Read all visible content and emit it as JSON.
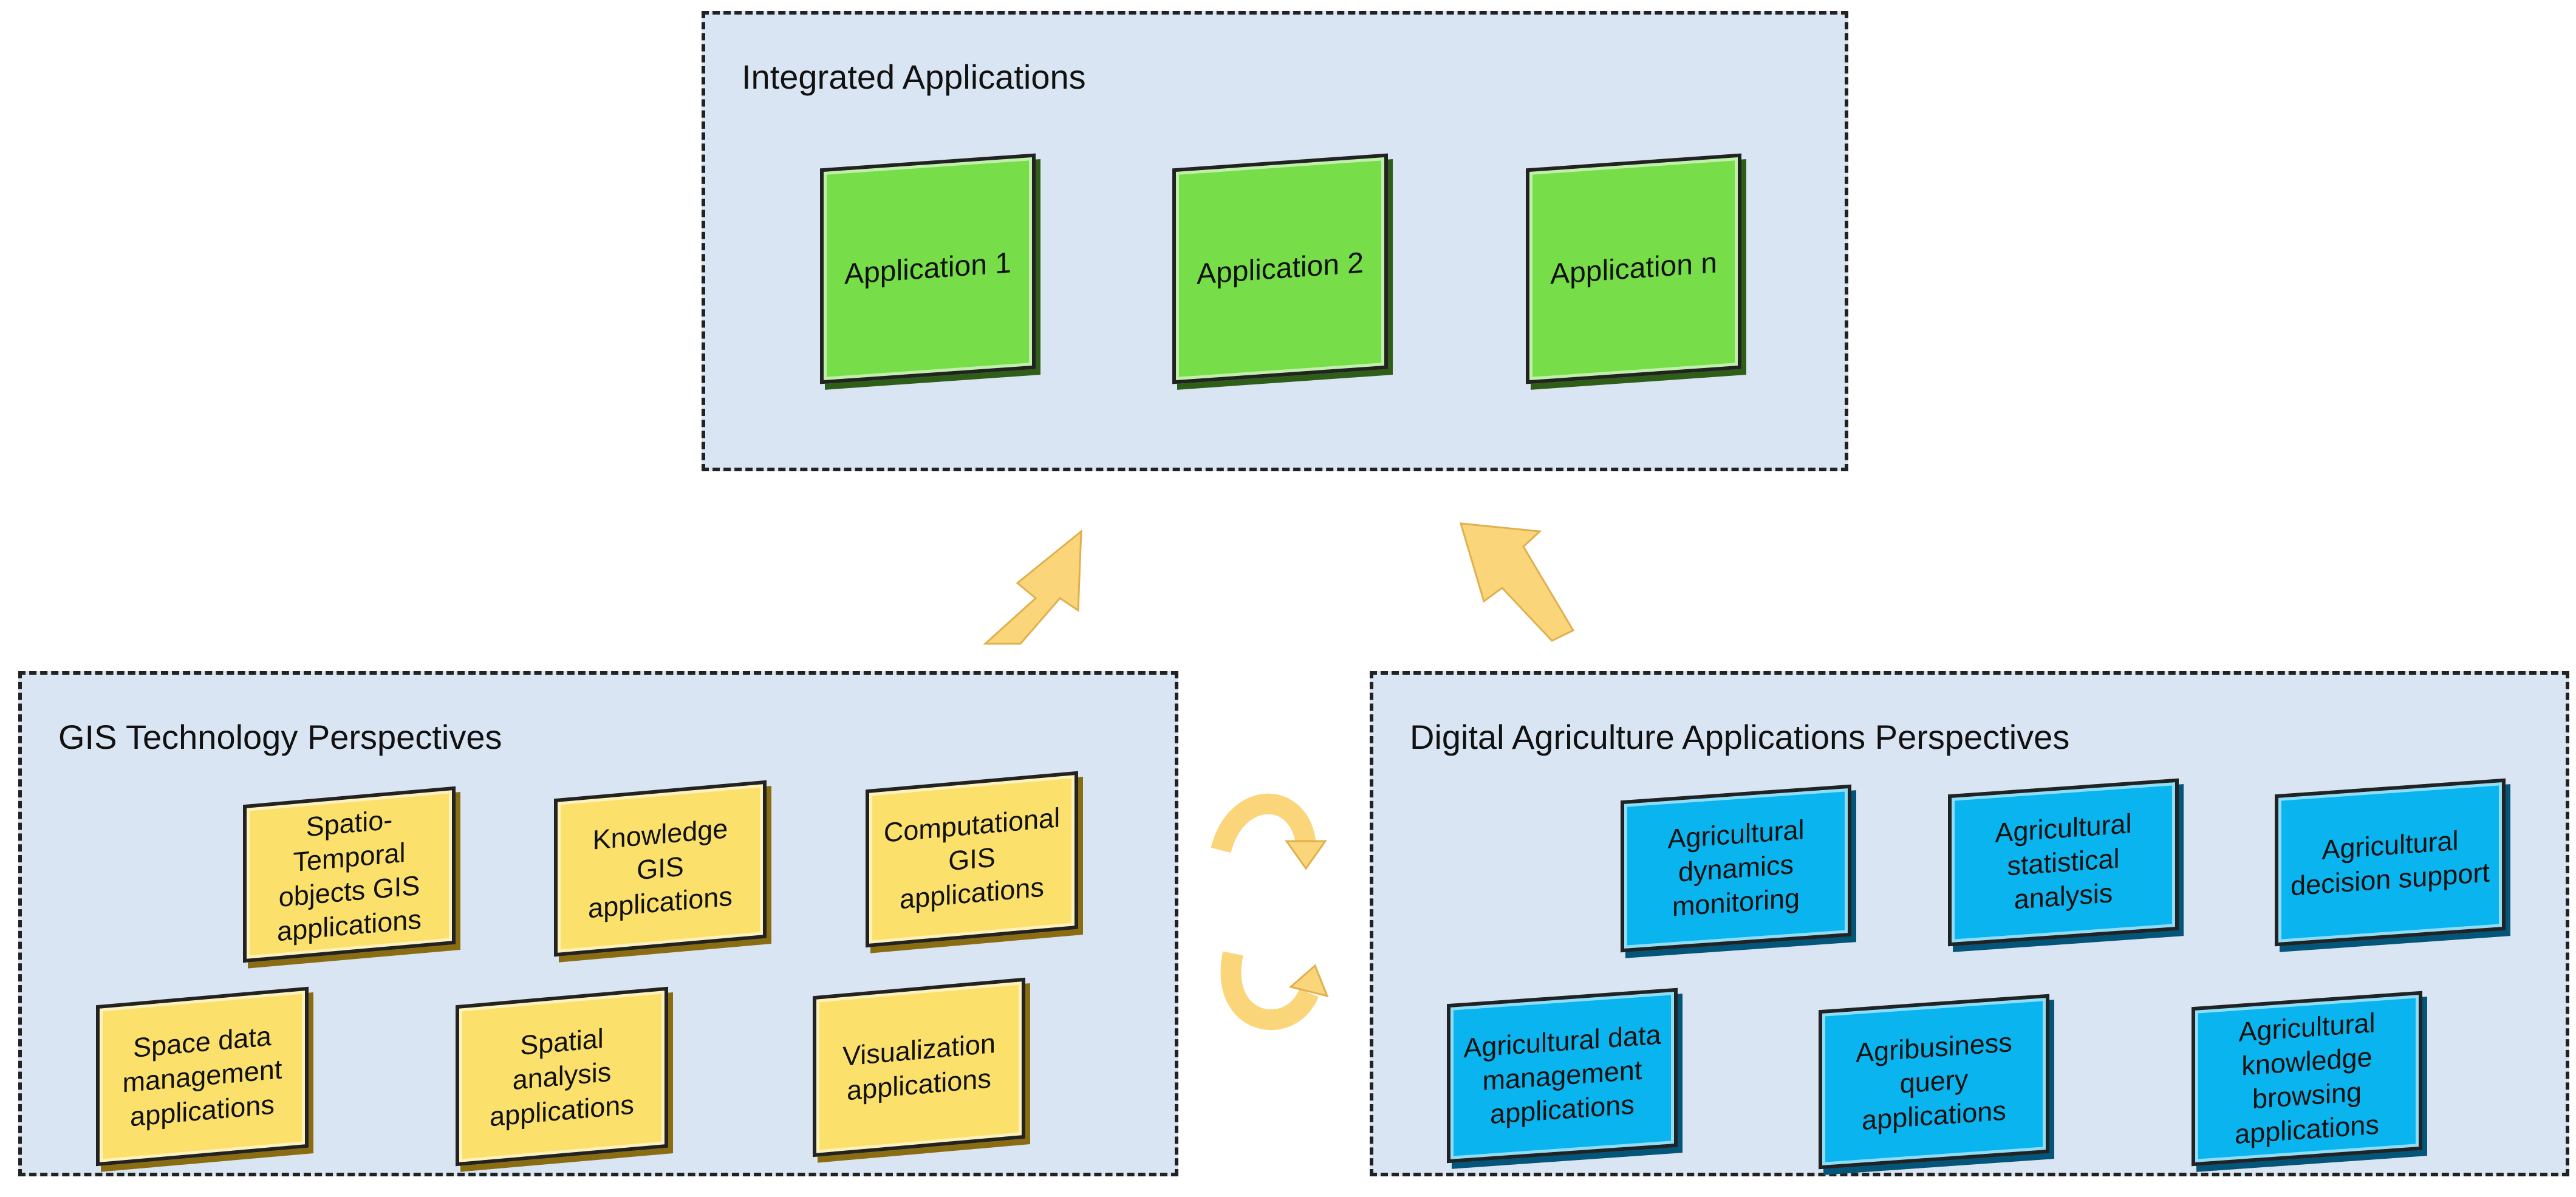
{
  "integrated": {
    "title": "Integrated Applications",
    "apps": [
      "Application 1",
      "Application 2",
      "Application n"
    ]
  },
  "gis": {
    "title": "GIS Technology Perspectives",
    "items": [
      "Spatio-Temporal objects GIS applications",
      "Knowledge GIS applications",
      "Computational GIS applications",
      "Space data management applications",
      "Spatial analysis applications",
      "Visualization applications"
    ]
  },
  "agri": {
    "title": "Digital Agriculture Applications Perspectives",
    "items": [
      "Agricultural dynamics monitoring",
      "Agricultural statistical analysis",
      "Agricultural decision support",
      "Agricultural data management applications",
      "Agribusiness query applications",
      "Agricultural knowledge browsing applications"
    ]
  },
  "colors": {
    "panel_fill": "#d9e5f3",
    "application_tile": "#77dd49",
    "gis_tile": "#fbe16c",
    "agri_tile": "#0ab4ee",
    "arrow": "#fbd57a"
  }
}
